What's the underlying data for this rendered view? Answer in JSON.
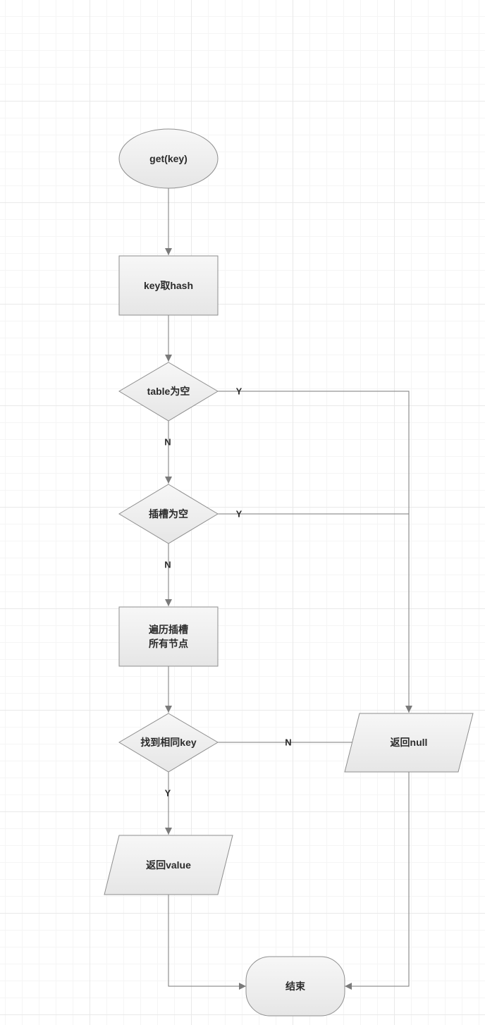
{
  "nodes": {
    "start": "get(key)",
    "hash": "key取hash",
    "table_empty": "table为空",
    "slot_empty": "插槽为空",
    "traverse_line1": "遍历插槽",
    "traverse_line2": "所有节点",
    "find_key": "找到相同key",
    "return_null": "返回null",
    "return_value": "返回value",
    "end": "结束"
  },
  "edges": {
    "table_empty_yes": "Y",
    "table_empty_no": "N",
    "slot_empty_yes": "Y",
    "slot_empty_no": "N",
    "find_key_no": "N",
    "find_key_yes": "Y"
  },
  "colors": {
    "shape_fill_top": "#f7f7f7",
    "shape_fill_bottom": "#e6e6e6",
    "shape_stroke": "#8e8e8e",
    "connector": "#7a7a7a",
    "text": "#2b2b2b"
  }
}
